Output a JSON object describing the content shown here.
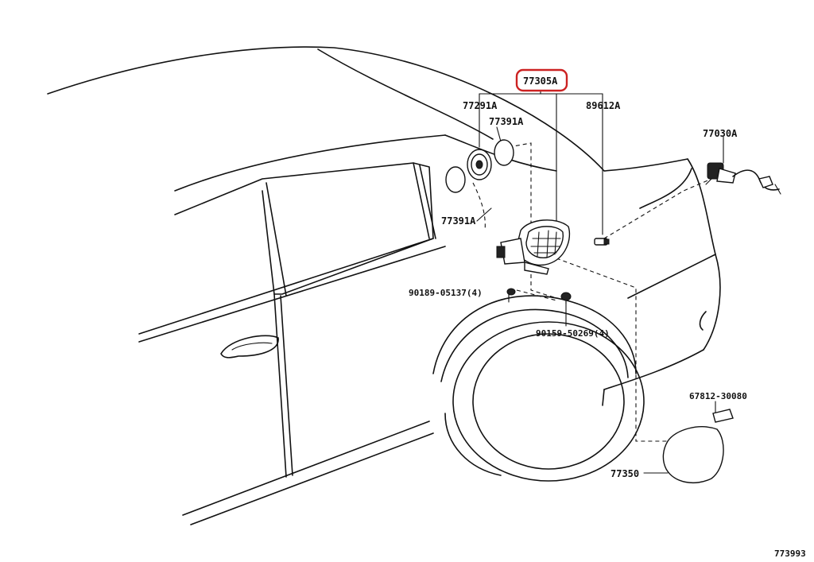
{
  "diagram": {
    "highlight_color": "#cc2222",
    "line_color": "#111111",
    "labels": {
      "p77305A": "77305A",
      "p77291A": "77291A",
      "p89612A": "89612A",
      "p77391A_top": "77391A",
      "p77391A_left": "77391A",
      "p77030A": "77030A",
      "p90189": "90189-05137(4)",
      "p90159": "90159-50269(4)",
      "p67812": "67812-30080",
      "p77350": "77350",
      "figure_id": "773993"
    }
  }
}
